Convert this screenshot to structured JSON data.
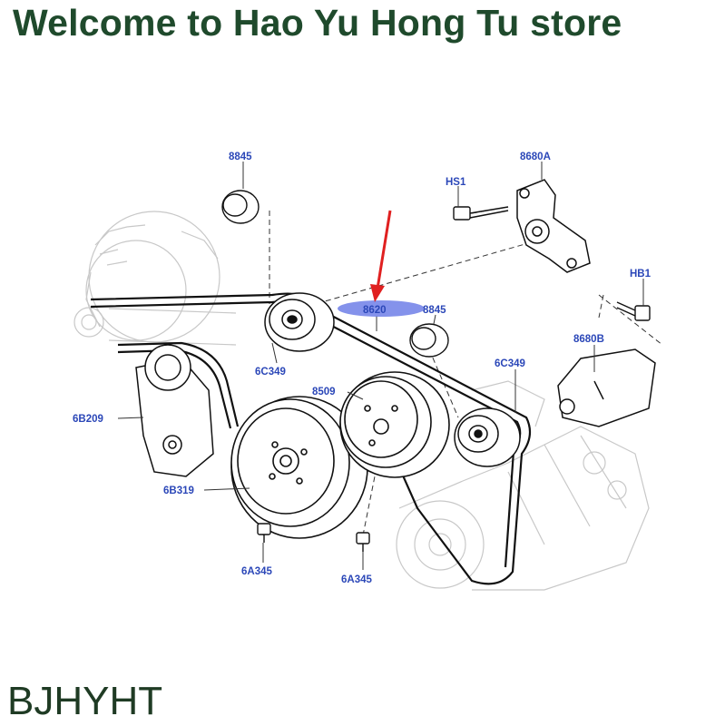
{
  "banner": {
    "text": "Welcome to Hao Yu Hong Tu store"
  },
  "brand": {
    "text": "BJHYHT"
  },
  "callouts": {
    "c8845a": "8845",
    "c8680A": "8680A",
    "cHS1": "HS1",
    "cHB1": "HB1",
    "c8620": "8620",
    "c8845b": "8845",
    "c8680B": "8680B",
    "c6C349a": "6C349",
    "c6C349b": "6C349",
    "c8509": "8509",
    "c6B209": "6B209",
    "c6B319": "6B319",
    "c6A345a": "6A345",
    "c6A345b": "6A345"
  },
  "colors": {
    "banner": "#1f4a2c",
    "callout": "#2b47b8",
    "highlight": "#6f7fe8",
    "arrow": "#e02020"
  }
}
